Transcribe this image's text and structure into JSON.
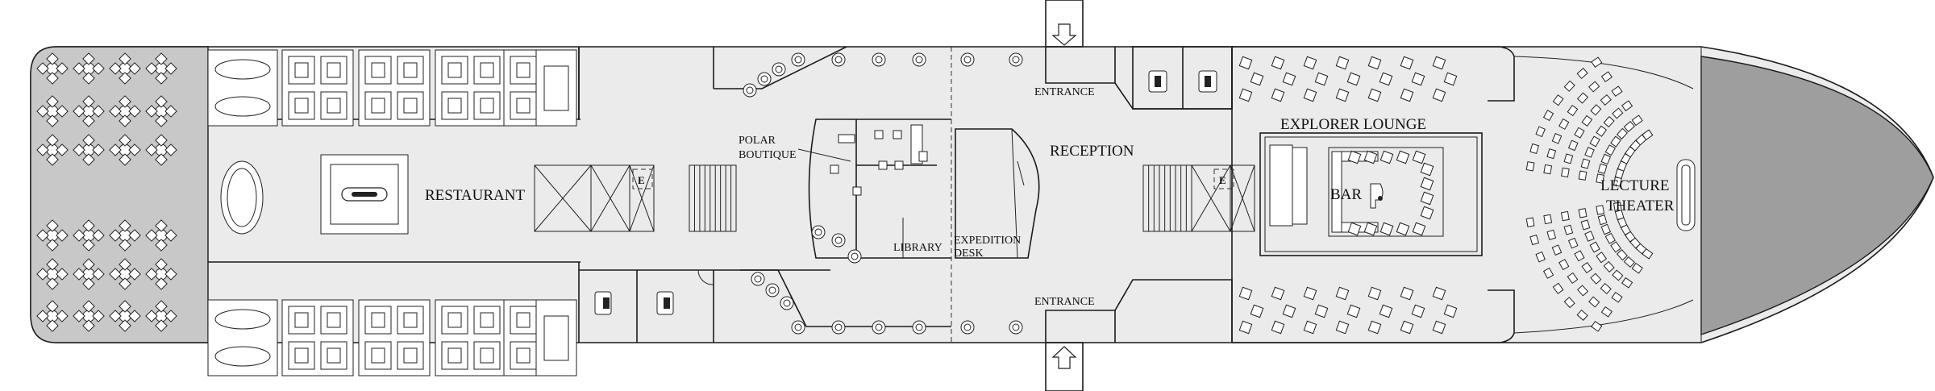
{
  "labels": {
    "restaurant": "RESTAURANT",
    "polar_boutique_line1": "POLAR",
    "polar_boutique_line2": "BOUTIQUE",
    "library": "LIBRARY",
    "reception": "RECEPTION",
    "expedition_desk_line1": "EXPEDITION",
    "expedition_desk_line2": "DESK",
    "entrance_top": "ENTRANCE",
    "entrance_bottom": "ENTRANCE",
    "explorer_lounge": "EXPLORER LOUNGE",
    "bar": "BAR",
    "lecture_theater_line1": "LECTURE",
    "lecture_theater_line2": "THEATER",
    "elevator_symbol": "E"
  },
  "colors": {
    "deck_floor": "#ebebeb",
    "aft_terrace": "#c8c8c8",
    "bow": "#9e9e9e",
    "outline": "#1a1a1a"
  },
  "icons": [
    "up-arrow-icon",
    "down-arrow-icon",
    "restroom-icon",
    "elevator-icon",
    "piano-icon"
  ]
}
